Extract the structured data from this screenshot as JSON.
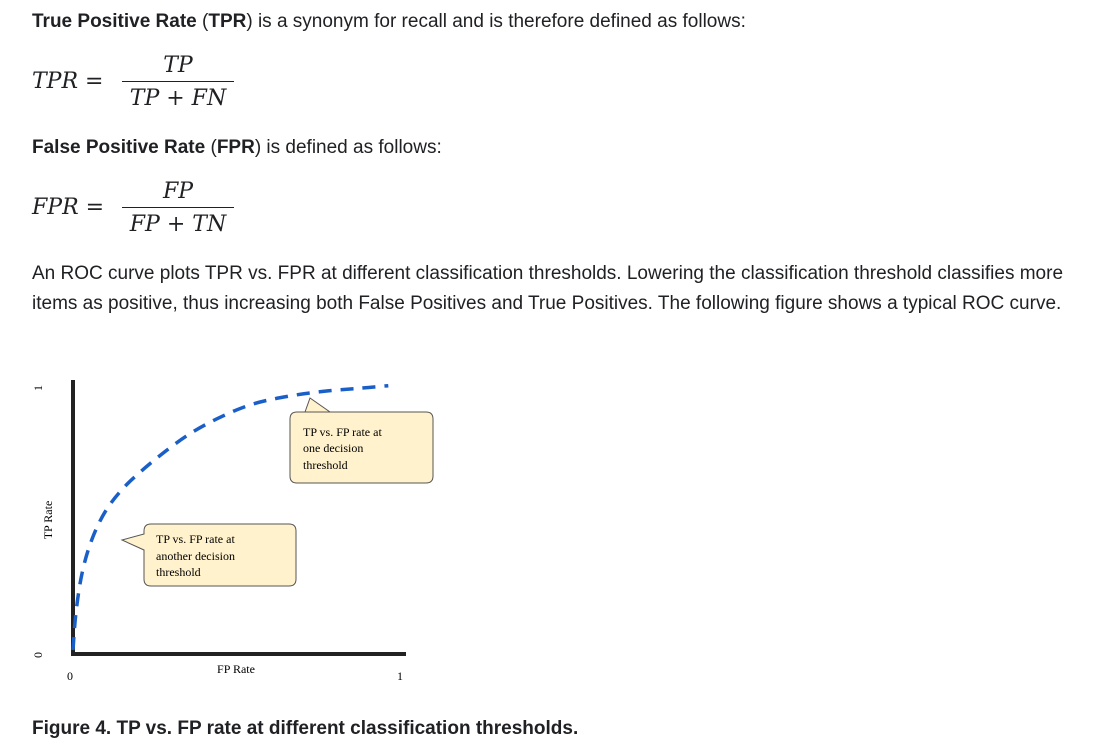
{
  "paragraphs": {
    "tpr_intro": {
      "term": "True Positive Rate",
      "open": " (",
      "abbr": "TPR",
      "rest": ") is a synonym for recall and is therefore defined as follows:"
    },
    "fpr_intro": {
      "term": "False Positive Rate",
      "open": " (",
      "abbr": "FPR",
      "rest": ") is defined as follows:"
    },
    "roc_text": "An ROC curve plots TPR vs. FPR at different classification thresholds. Lowering the classification threshold classifies more items as positive, thus increasing both False Positives and True Positives. The following figure shows a typical ROC curve."
  },
  "formulas": {
    "tpr": {
      "lhs": "TPR =",
      "numerator": "TP",
      "denominator": "TP + FN"
    },
    "fpr": {
      "lhs": "FPR =",
      "numerator": "FP",
      "denominator": "FP + TN"
    }
  },
  "figure": {
    "y_axis_label": "TP Rate",
    "x_axis_label": "FP Rate",
    "y_tick_top": "1",
    "y_tick_bottom": "0",
    "x_tick_left": "0",
    "x_tick_right": "1",
    "callout_upper": [
      "TP vs. FP rate at",
      "one decision",
      "threshold"
    ],
    "callout_lower": [
      "TP vs. FP rate at",
      "another decision",
      "threshold"
    ],
    "colors": {
      "curve": "#1a5fc8",
      "axes": "#222222",
      "callout_fill": "#fff2cc",
      "callout_border": "#555555"
    },
    "caption": "Figure 4. TP vs. FP rate at different classification thresholds."
  },
  "chart_data": {
    "type": "line",
    "xlabel": "FP Rate",
    "ylabel": "TP Rate",
    "xlim": [
      0,
      1
    ],
    "ylim": [
      0,
      1
    ],
    "grid": false,
    "series": [
      {
        "style": "dashed",
        "x": [
          0.0,
          0.01,
          0.03,
          0.06,
          0.1,
          0.15,
          0.21,
          0.28,
          0.36,
          0.45,
          0.55,
          0.66,
          0.78,
          0.88,
          0.97
        ],
        "y": [
          0.0,
          0.15,
          0.3,
          0.42,
          0.52,
          0.6,
          0.67,
          0.74,
          0.81,
          0.87,
          0.92,
          0.95,
          0.97,
          0.98,
          0.99
        ]
      }
    ]
  }
}
